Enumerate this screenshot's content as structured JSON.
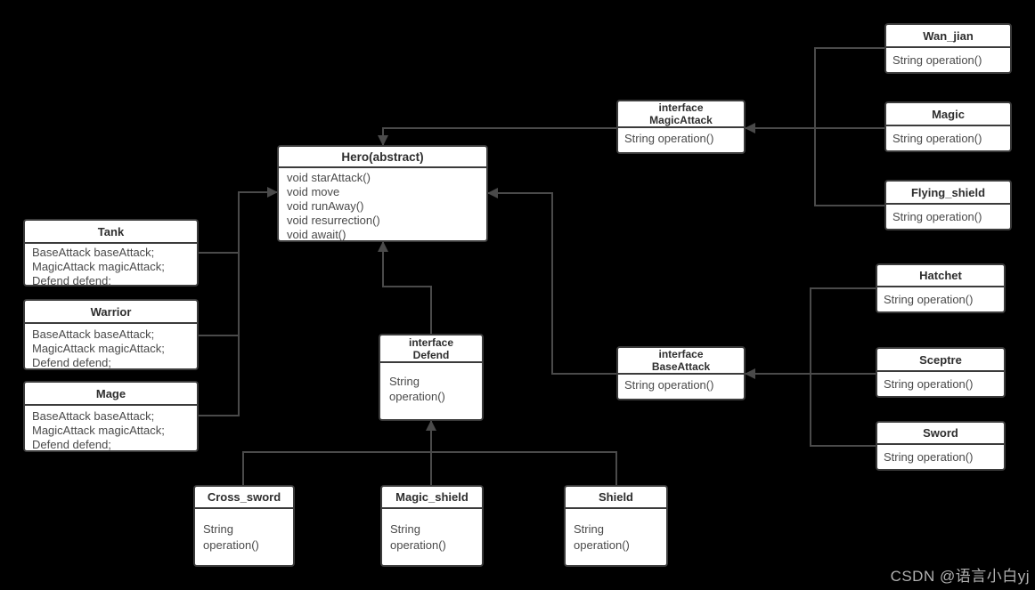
{
  "colors": {
    "background": "#000000",
    "box_fill": "#ffffff",
    "box_border": "#3b3b3b",
    "connector_line": "#4a4a4a",
    "header_text": "#2e2e2e",
    "body_text": "#4a4a4a",
    "watermark_text": "#b0b0b0"
  },
  "watermark": "CSDN @语言小白yj",
  "classes": [
    {
      "id": "wan_jian",
      "title": "Wan_jian",
      "members": [
        "String operation()"
      ]
    },
    {
      "id": "magic",
      "title": "Magic",
      "members": [
        "String operation()"
      ]
    },
    {
      "id": "flying_shield",
      "title": "Flying_shield",
      "members": [
        "String operation()"
      ]
    },
    {
      "id": "magic_attack",
      "stereotype": "interface",
      "title": "MagicAttack",
      "members": [
        "String operation()"
      ]
    },
    {
      "id": "hero",
      "title": "Hero(abstract)",
      "members": [
        "void starAttack()",
        "void move",
        "void runAway()",
        "void resurrection()",
        "void await()"
      ]
    },
    {
      "id": "tank",
      "title": "Tank",
      "members": [
        "BaseAttack baseAttack;",
        "MagicAttack magicAttack;",
        "Defend defend;"
      ]
    },
    {
      "id": "warrior",
      "title": "Warrior",
      "members": [
        "BaseAttack baseAttack;",
        "MagicAttack magicAttack;",
        "Defend defend;"
      ]
    },
    {
      "id": "mage",
      "title": "Mage",
      "members": [
        "BaseAttack baseAttack;",
        "MagicAttack magicAttack;",
        "Defend defend;"
      ]
    },
    {
      "id": "defend",
      "stereotype": "interface",
      "title": "Defend",
      "members": [
        "String operation()"
      ]
    },
    {
      "id": "base_attack",
      "stereotype": "interface",
      "title": "BaseAttack",
      "members": [
        "String operation()"
      ]
    },
    {
      "id": "hatchet",
      "title": "Hatchet",
      "members": [
        "String operation()"
      ]
    },
    {
      "id": "sceptre",
      "title": "Sceptre",
      "members": [
        "String operation()"
      ]
    },
    {
      "id": "sword",
      "title": "Sword",
      "members": [
        "String operation()"
      ]
    },
    {
      "id": "cross_sword",
      "title": "Cross_sword",
      "members": [
        "String operation()"
      ]
    },
    {
      "id": "magic_shield",
      "title": "Magic_shield",
      "members": [
        "String operation()"
      ]
    },
    {
      "id": "shield",
      "title": "Shield",
      "members": [
        "String operation()"
      ]
    }
  ],
  "relationships": [
    {
      "from": "Wan_jian",
      "to": "MagicAttack",
      "type": "arrow"
    },
    {
      "from": "Magic",
      "to": "MagicAttack",
      "type": "arrow"
    },
    {
      "from": "Flying_shield",
      "to": "MagicAttack",
      "type": "arrow"
    },
    {
      "from": "MagicAttack",
      "to": "Hero(abstract)",
      "type": "arrow"
    },
    {
      "from": "Tank",
      "to": "Hero(abstract)",
      "type": "arrow"
    },
    {
      "from": "Warrior",
      "to": "Hero(abstract)",
      "type": "arrow"
    },
    {
      "from": "Mage",
      "to": "Hero(abstract)",
      "type": "arrow"
    },
    {
      "from": "Defend",
      "to": "Hero(abstract)",
      "type": "arrow"
    },
    {
      "from": "BaseAttack",
      "to": "Hero(abstract)",
      "type": "arrow"
    },
    {
      "from": "Hatchet",
      "to": "BaseAttack",
      "type": "arrow"
    },
    {
      "from": "Sceptre",
      "to": "BaseAttack",
      "type": "arrow"
    },
    {
      "from": "Sword",
      "to": "BaseAttack",
      "type": "arrow"
    },
    {
      "from": "Cross_sword",
      "to": "Defend",
      "type": "arrow"
    },
    {
      "from": "Magic_shield",
      "to": "Defend",
      "type": "arrow"
    },
    {
      "from": "Shield",
      "to": "Defend",
      "type": "arrow"
    }
  ]
}
